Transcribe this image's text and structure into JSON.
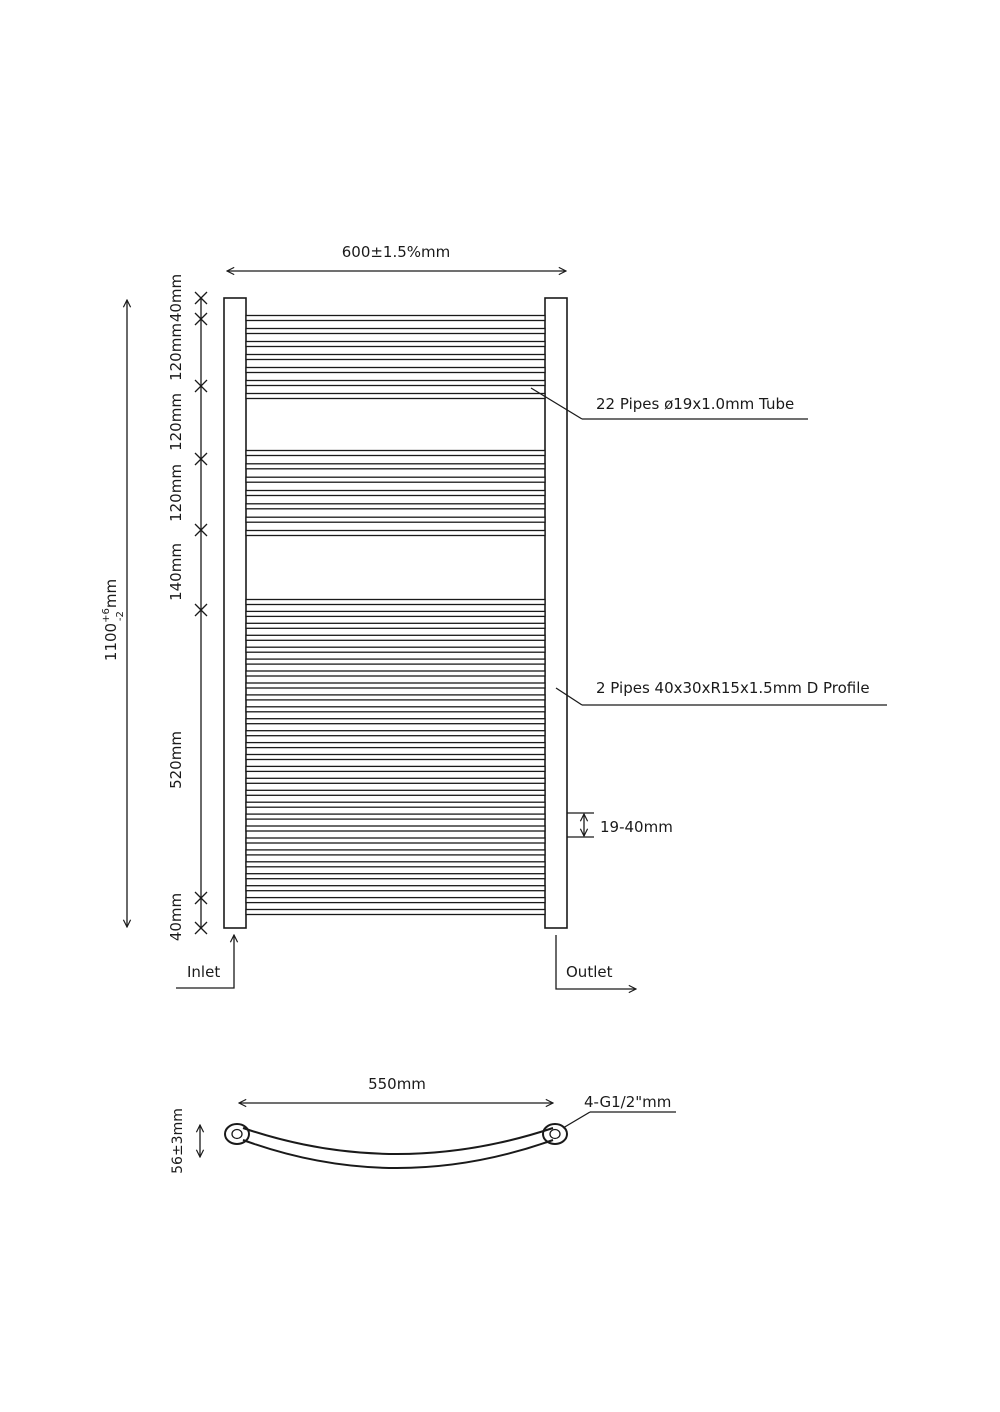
{
  "front_view": {
    "width_label": "600±1.5%mm",
    "height_label": "1100",
    "height_tolerance_upper": "+6",
    "height_tolerance_lower": "-2",
    "height_unit": "mm",
    "segments": [
      {
        "label": "40mm"
      },
      {
        "label": "120mm"
      },
      {
        "label": "120mm"
      },
      {
        "label": "120mm"
      },
      {
        "label": "140mm"
      },
      {
        "label": "520mm"
      },
      {
        "label": "40mm"
      }
    ],
    "pipe_groups": [
      {
        "count": 7
      },
      {
        "count": 7
      },
      {
        "count": 27
      }
    ],
    "callouts": {
      "tubes": "22 Pipes ø19x1.0mm Tube",
      "profile": "2 Pipes 40x30xR15x1.5mm D Profile",
      "spacing": "19-40mm"
    },
    "inlet_label": "Inlet",
    "outlet_label": "Outlet"
  },
  "top_view": {
    "width_label": "550mm",
    "depth_label": "56±3mm",
    "connection_label": "4-G1/2\"mm"
  }
}
